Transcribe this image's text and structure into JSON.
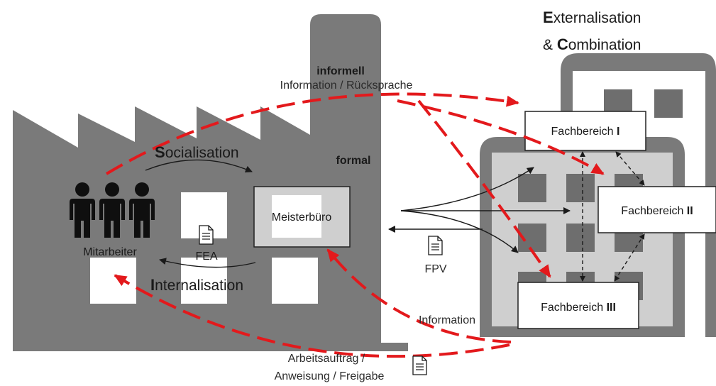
{
  "title": {
    "line1_cap": "E",
    "line1_rest": "xternalisation",
    "line2_pre": "& ",
    "line2_cap": "C",
    "line2_rest": "ombination"
  },
  "labels": {
    "informell": "informell",
    "information_ruecksprache": "Information / Rücksprache",
    "formal": "formal",
    "socialisation_cap": "S",
    "socialisation_rest": "ocialisation",
    "internalisation_cap": "I",
    "internalisation_rest": "nternalisation",
    "meisterbuero": "Meisterbüro",
    "mitarbeiter": "Mitarbeiter",
    "fea": "FEA",
    "fpv": "FPV",
    "information": "Information",
    "arbeitsauftrag_line1": "Arbeitsauftrag /",
    "arbeitsauftrag_line2": "Anweisung / Freigabe"
  },
  "departments": [
    {
      "name": "Fachbereich",
      "numeral": "I"
    },
    {
      "name": "Fachbereich",
      "numeral": "II"
    },
    {
      "name": "Fachbereich",
      "numeral": "III"
    }
  ],
  "colors": {
    "building": "#7a7a7a",
    "window_light": "#cfcfcf",
    "window_dark": "#6e6e6e",
    "accent_red": "#e3191c",
    "people": "#0f0f0f"
  },
  "icons": [
    "people-icon",
    "document-icon"
  ]
}
